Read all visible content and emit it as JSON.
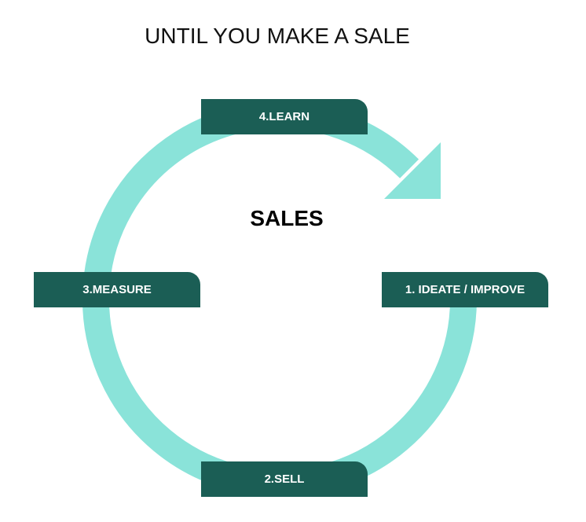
{
  "title": "UNTIL YOU MAKE A SALE",
  "center_label": "SALES",
  "steps": {
    "learn": "4.LEARN",
    "measure": "3.MEASURE",
    "ideate": "1. IDEATE / IMPROVE",
    "sell": "2.SELL"
  },
  "colors": {
    "ring": "#8ae3d9",
    "box": "#1b5e55",
    "box_text": "#ffffff",
    "text": "#000000"
  }
}
